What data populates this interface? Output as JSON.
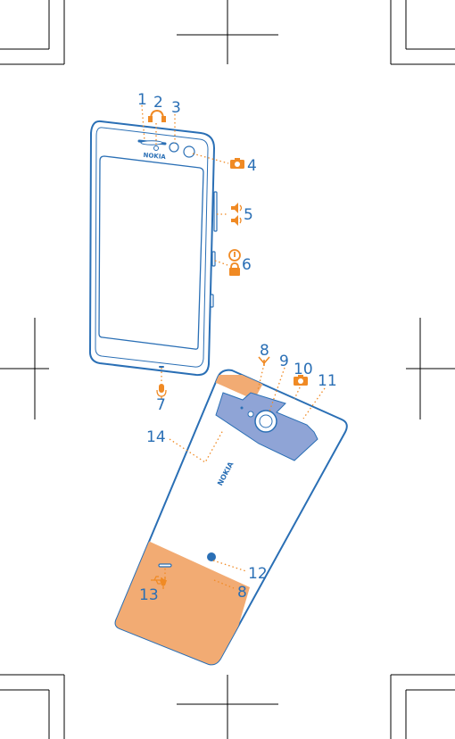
{
  "diagram": {
    "callouts": {
      "n1": "1",
      "n2": "2",
      "n3": "3",
      "n4": "4",
      "n5": "5",
      "n6": "6",
      "n7": "7",
      "n8a": "8",
      "n9": "9",
      "n10": "10",
      "n11": "11",
      "n12": "12",
      "n8b": "8",
      "n13": "13",
      "n14": "14"
    },
    "front_brand": "NOKIA",
    "back_brand": "NOKIA",
    "icons": {
      "n2": "headphones-icon",
      "n4": "camera-icon",
      "n5": "volume-keys-icon",
      "n6": "power-lock-key-icon",
      "n7": "microphone-icon",
      "n8a": "antenna-icon",
      "n10": "camera-icon",
      "n12": "speaker-icon",
      "n13": "usb-charger-icon"
    },
    "colors": {
      "outline": "#2a6fb5",
      "accent": "#f08a24",
      "camera_plate": "#8fa4d6",
      "antenna_area": "#f2ab73",
      "crop_marks": "#000000"
    }
  }
}
